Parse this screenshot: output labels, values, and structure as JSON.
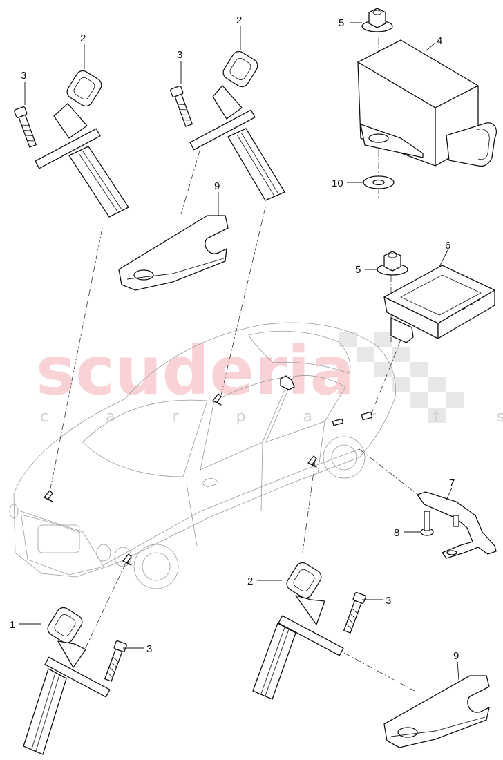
{
  "watermark": {
    "brand": "scuderia",
    "tagline": "c a r   p a r t s"
  },
  "callouts": [
    {
      "id": "c-2a",
      "label": "2"
    },
    {
      "id": "c-3a",
      "label": "3"
    },
    {
      "id": "c-2b",
      "label": "2"
    },
    {
      "id": "c-3b",
      "label": "3"
    },
    {
      "id": "c-5a",
      "label": "5"
    },
    {
      "id": "c-4",
      "label": "4"
    },
    {
      "id": "c-10",
      "label": "10"
    },
    {
      "id": "c-9a",
      "label": "9"
    },
    {
      "id": "c-6",
      "label": "6"
    },
    {
      "id": "c-5b",
      "label": "5"
    },
    {
      "id": "c-7",
      "label": "7"
    },
    {
      "id": "c-8",
      "label": "8"
    },
    {
      "id": "c-2c",
      "label": "2"
    },
    {
      "id": "c-3c",
      "label": "3"
    },
    {
      "id": "c-1",
      "label": "1"
    },
    {
      "id": "c-3d",
      "label": "3"
    },
    {
      "id": "c-9b",
      "label": "9"
    }
  ],
  "colors": {
    "line": "#111111",
    "car_outline": "#9a9a9a",
    "watermark_red": "#f6c4c8",
    "watermark_grey": "#cfcfcf"
  }
}
